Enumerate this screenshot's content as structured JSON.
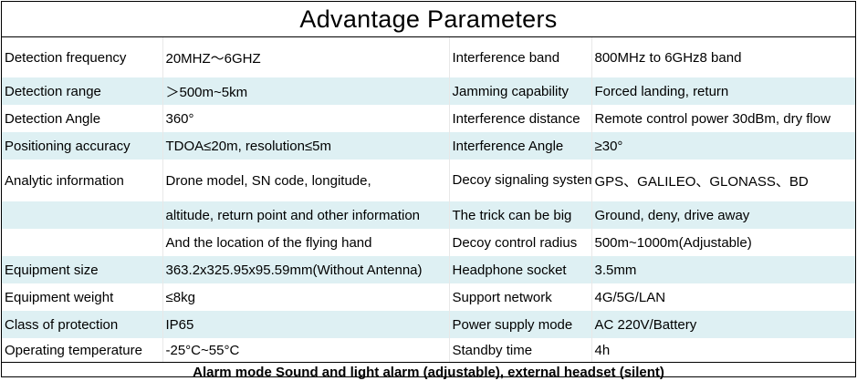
{
  "title": "Advantage Parameters",
  "rows": [
    [
      "Detection frequency",
      "20MHZ～6GHZ",
      "Interference band",
      "800MHz to 6GHz8 band"
    ],
    [
      "Detection range",
      "＞500m~5km",
      "Jamming capability",
      "Forced landing, return"
    ],
    [
      "Detection Angle",
      "360°",
      "Interference distance",
      "Remote control power 30dBm, dry flow"
    ],
    [
      "Positioning accuracy",
      "TDOA≤20m, resolution≤5m",
      "Interference Angle",
      "≥30°"
    ],
    [
      "Analytic information",
      "Drone model, SN code, longitude,",
      "Decoy signaling system",
      "GPS、GALILEO、GLONASS、BD"
    ],
    [
      "",
      "altitude, return point and other information",
      "The trick can be big",
      "Ground, deny, drive away"
    ],
    [
      "",
      "And the location of the flying hand",
      "Decoy control radius",
      "500m~1000m(Adjustable)"
    ],
    [
      "Equipment size",
      "363.2x325.95x95.59mm(Without Antenna)",
      "Headphone socket",
      "3.5mm"
    ],
    [
      "Equipment weight",
      "≤8kg",
      "Support network",
      "4G/5G/LAN"
    ],
    [
      "Class of protection",
      "IP65",
      "Power supply mode",
      "AC 220V/Battery"
    ],
    [
      "Operating temperature",
      "-25°C~55°C",
      "Standby time",
      "4h"
    ]
  ],
  "footer": "Alarm mode Sound and light alarm (adjustable), external headset (silent)",
  "colors": {
    "tint": "#def0f3",
    "border": "#000000"
  }
}
